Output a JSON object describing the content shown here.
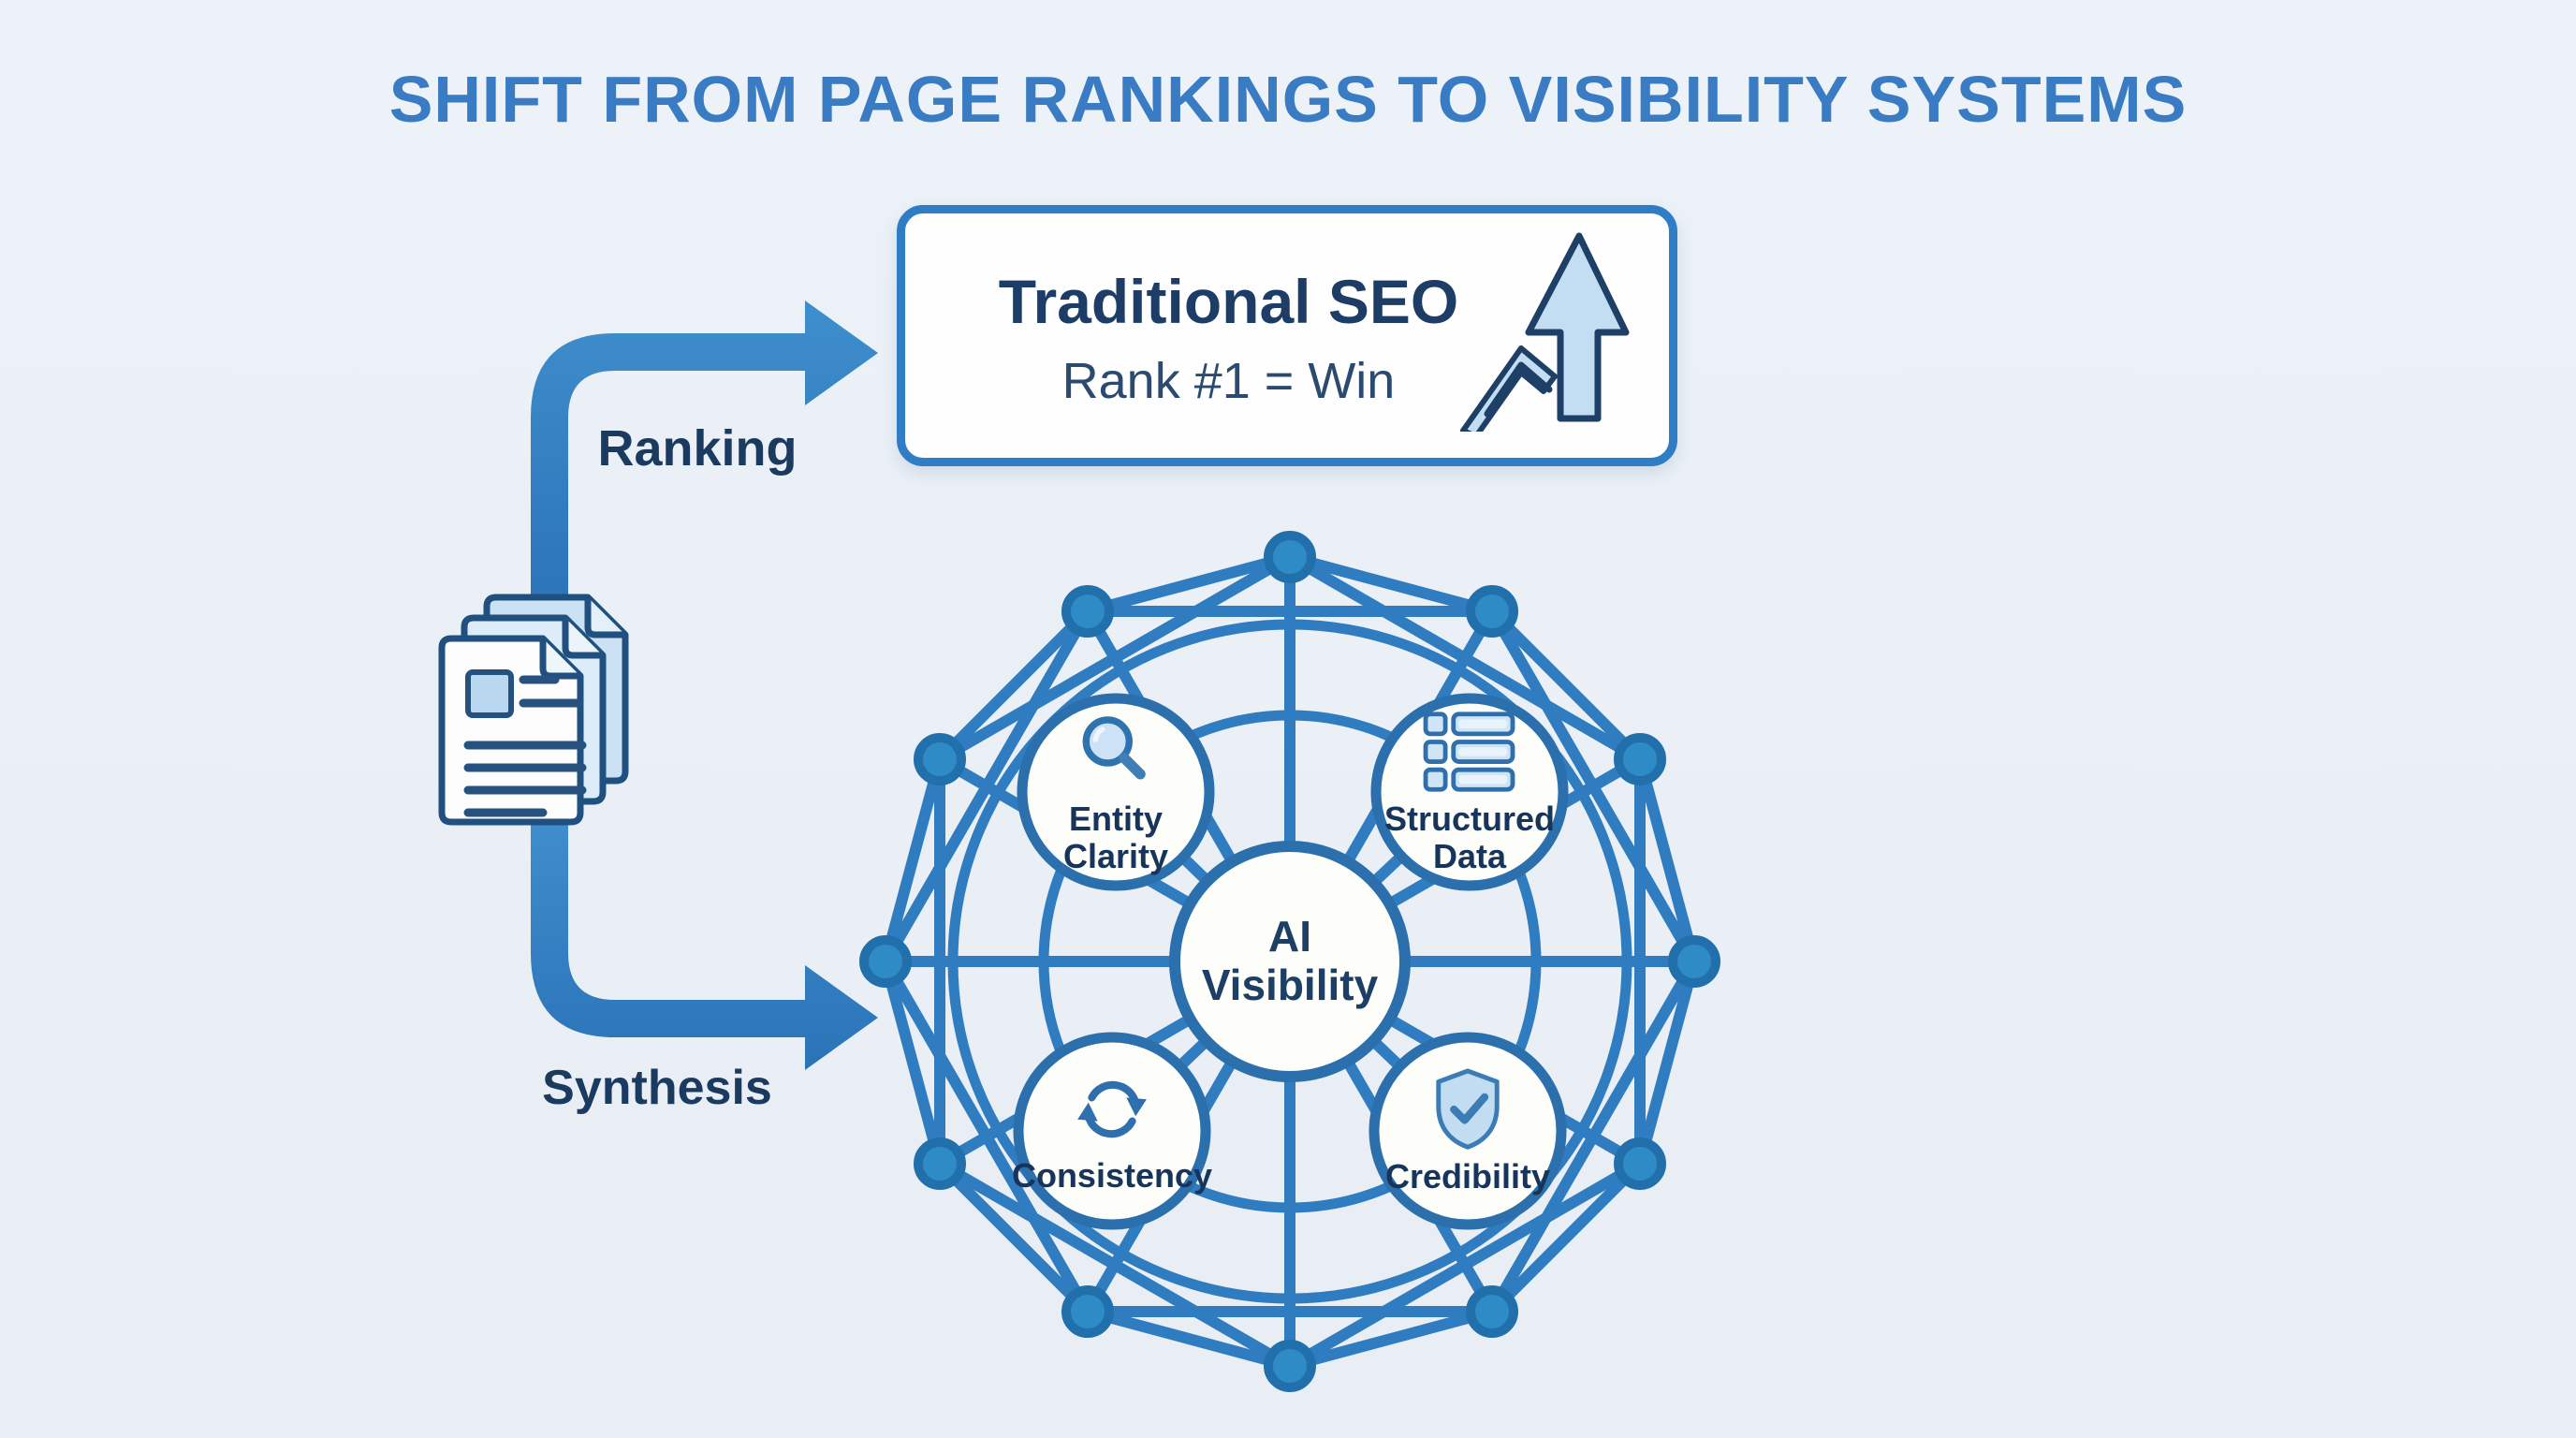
{
  "title": {
    "text": "SHIFT FROM PAGE RANKINGS TO VISIBILITY SYSTEMS"
  },
  "flow": {
    "ranking_label": "Ranking",
    "synthesis_label": "Synthesis"
  },
  "seo_box": {
    "title": "Traditional SEO",
    "subtitle": "Rank #1 = Win"
  },
  "network": {
    "center_label": {
      "line1": "AI",
      "line2": "Visibility"
    },
    "satellites": [
      {
        "name": "entity-clarity",
        "icon": "magnifier-icon",
        "line1": "Entity",
        "line2": "Clarity"
      },
      {
        "name": "structured-data",
        "icon": "list-icon",
        "line1": "Structured",
        "line2": "Data"
      },
      {
        "name": "consistency",
        "icon": "sync-icon",
        "line1": "Consistency",
        "line2": ""
      },
      {
        "name": "credibility",
        "icon": "shield-check-icon",
        "line1": "Credibility",
        "line2": ""
      }
    ],
    "outer_node_count": 12
  },
  "colors": {
    "background": "#eaf0f6",
    "title_blue": "#3a7cc3",
    "arrow_blue": "#2e7dc2",
    "line_blue": "#2f7dc0",
    "node_fill": "#2e8bc6",
    "node_ring": "#2170ac",
    "circle_border": "#2b6fad",
    "navy_text": "#1d3c66",
    "light_icon_blue": "#c7e0f4"
  }
}
